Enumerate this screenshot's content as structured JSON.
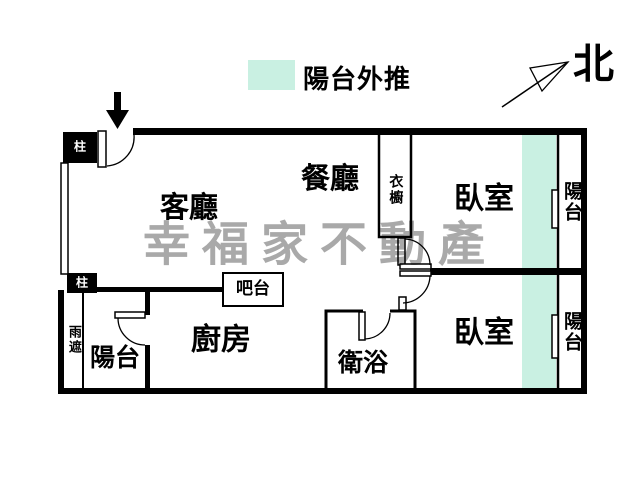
{
  "title": "apartment-floor-plan",
  "colors": {
    "wall": "#000000",
    "balcony_extension_fill": "#c9f0e2",
    "watermark_gray": "#a9a9a9",
    "background": "#ffffff"
  },
  "compass": {
    "label": "北"
  },
  "legend": {
    "label": "陽台外推",
    "swatch_color": "#c9f0e2"
  },
  "watermark": {
    "text": "幸福家不動產"
  },
  "rooms": {
    "living": {
      "label": "客廳"
    },
    "dining": {
      "label": "餐廳"
    },
    "bedroom_top": {
      "label": "臥室"
    },
    "bedroom_bottom": {
      "label": "臥室"
    },
    "kitchen": {
      "label": "廚房"
    },
    "bathroom": {
      "label": "衛浴"
    },
    "balcony_bottom_left": {
      "label": "陽台"
    },
    "balcony_right_top": {
      "label": "陽台"
    },
    "balcony_right_bottom": {
      "label": "陽台"
    },
    "closet": {
      "label": "衣櫥"
    },
    "rain_shelter": {
      "label": "雨遮"
    },
    "bar_counter": {
      "label": "吧台"
    },
    "pillar_top": {
      "label": "柱"
    },
    "pillar_bottom": {
      "label": "柱"
    }
  }
}
